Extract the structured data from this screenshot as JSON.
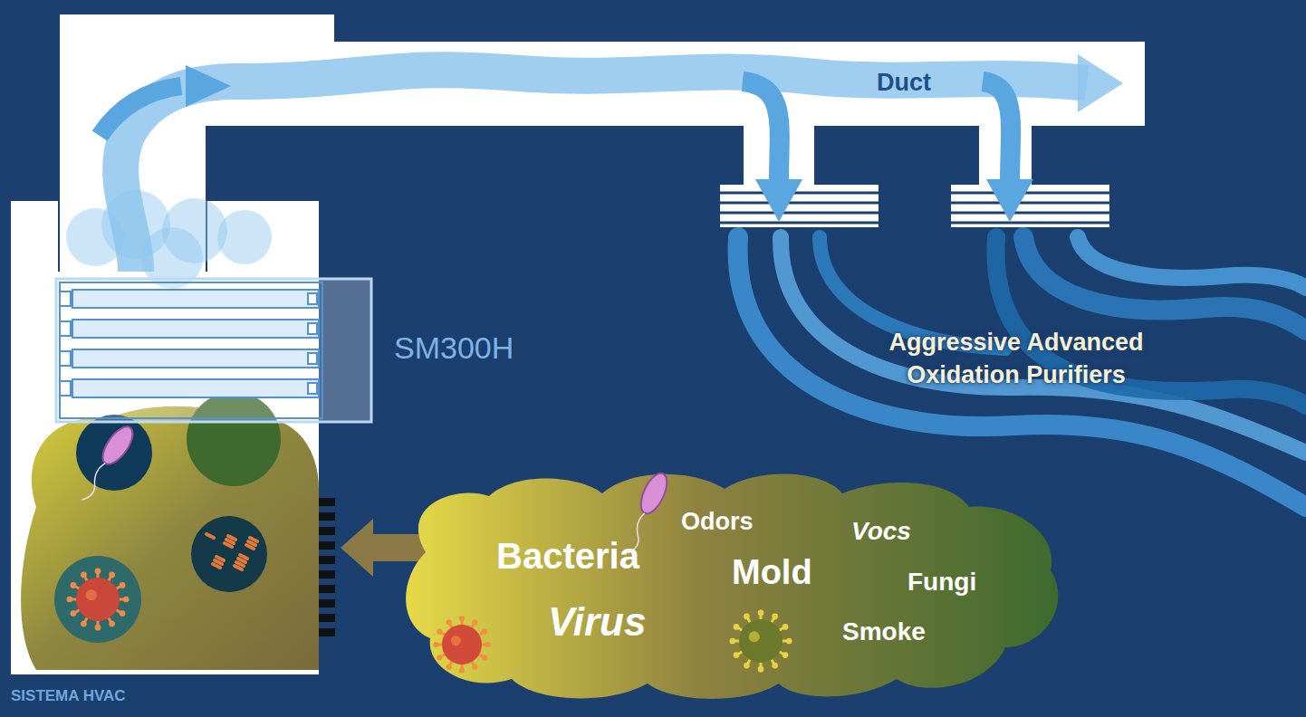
{
  "diagram": {
    "nodes": [
      {
        "text": [
          "SISTEMA HVAC"
        ]
      },
      {
        "text": [
          "SM300H"
        ],
        "in": 0
      },
      {
        "text": [
          "Duct"
        ]
      },
      {
        "text": [
          "Bacteria",
          "Odors",
          "Vocs",
          "Mold",
          "Fungi",
          "Virus",
          "Smoke"
        ]
      }
    ],
    "edges": [
      {
        "from": 3,
        "to": 0,
        "arrow": "to"
      }
    ],
    "labels": [
      "Aggressive Advanced Oxidation Purifiers"
    ]
  }
}
